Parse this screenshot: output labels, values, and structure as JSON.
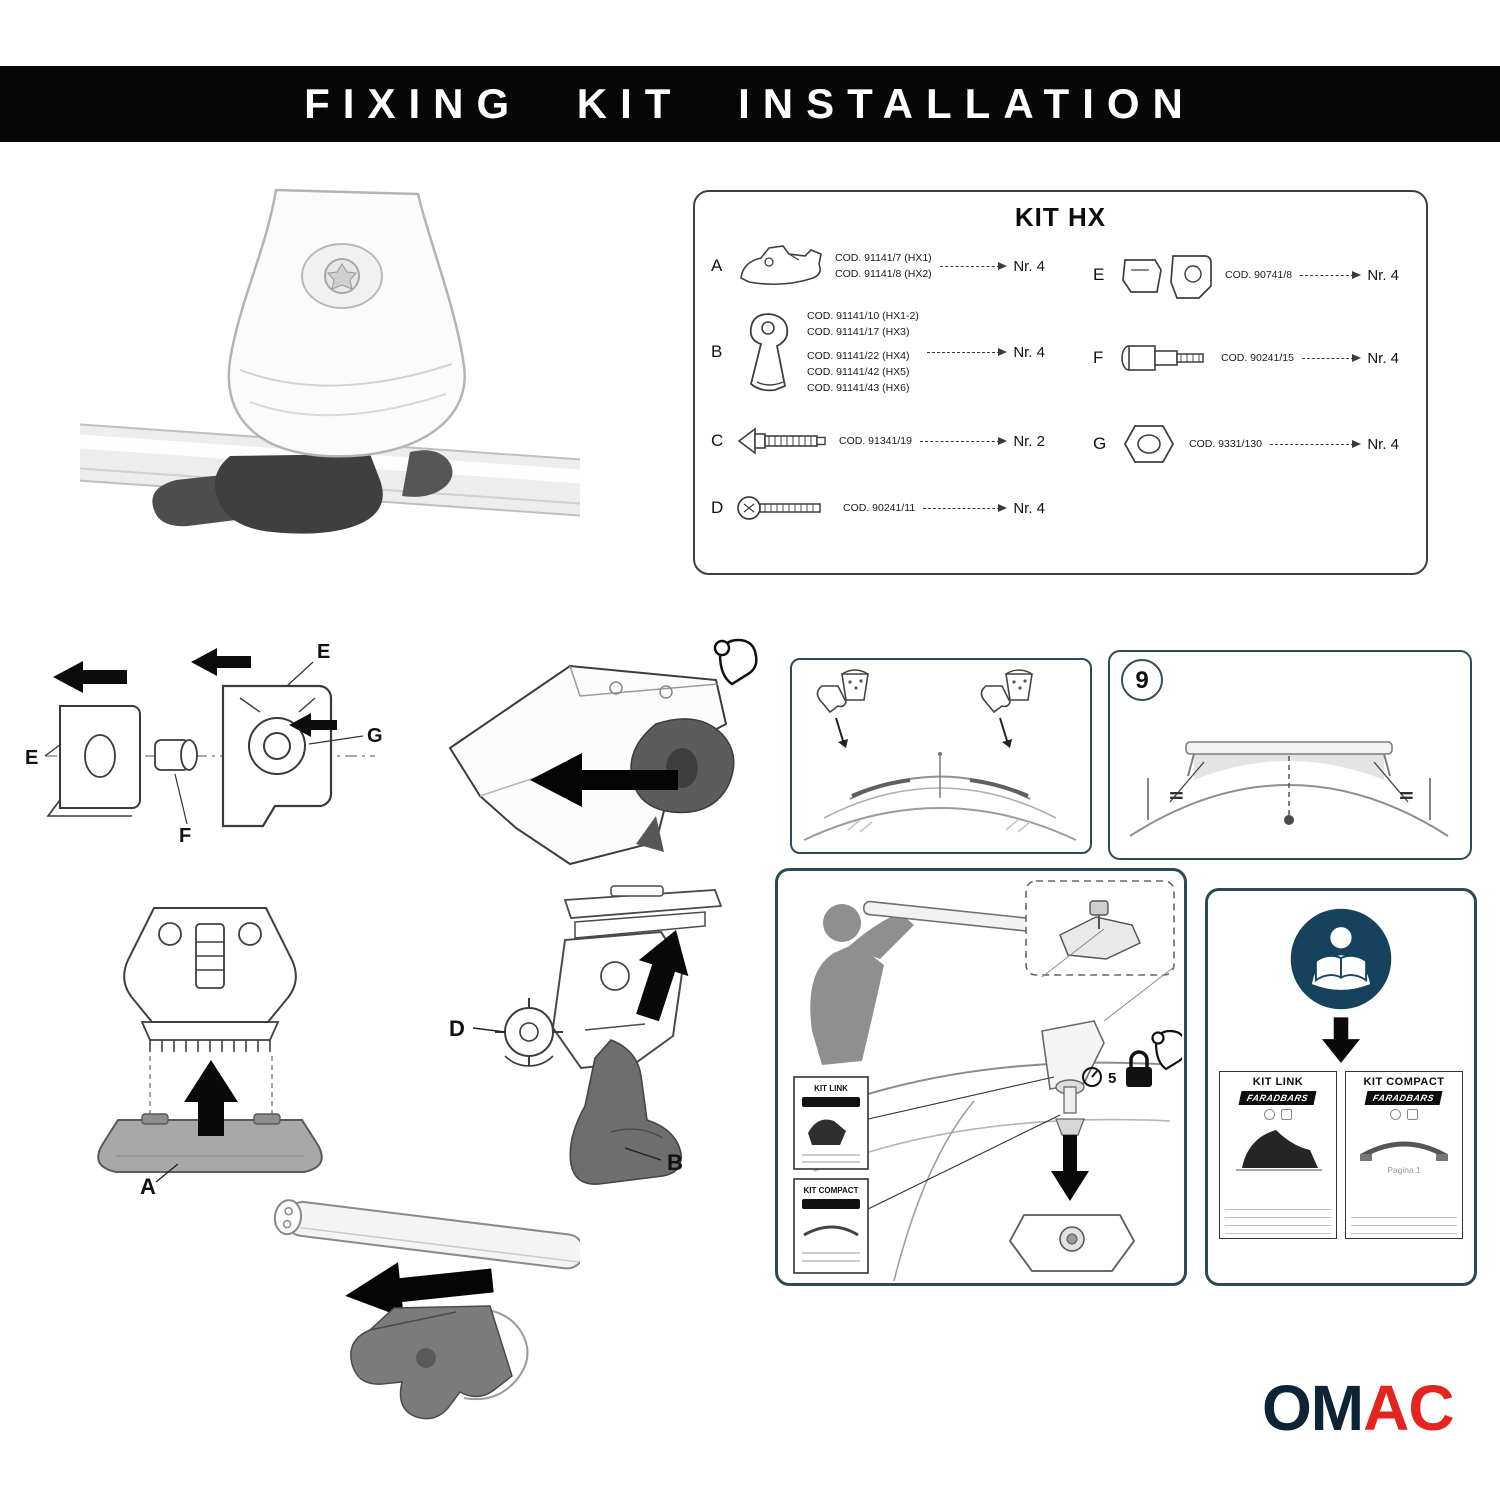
{
  "header": {
    "title": "FIXING KIT INSTALLATION"
  },
  "kit_box": {
    "title": "KIT HX",
    "rows_left": [
      {
        "letter": "A",
        "codes": [
          "COD. 91141/7 (HX1)",
          "COD. 91141/8 (HX2)"
        ],
        "qty": "Nr. 4"
      },
      {
        "letter": "B",
        "codes": [
          "COD. 91141/10 (HX1-2)",
          "COD. 91141/17 (HX3)",
          "COD. 91141/22 (HX4)",
          "COD. 91141/42 (HX5)",
          "COD. 91141/43 (HX6)"
        ],
        "qty": "Nr. 4"
      },
      {
        "letter": "C",
        "codes": [
          "COD. 91341/19"
        ],
        "qty": "Nr. 2"
      },
      {
        "letter": "D",
        "codes": [
          "COD. 90241/11"
        ],
        "qty": "Nr. 4"
      }
    ],
    "rows_right": [
      {
        "letter": "E",
        "codes": [
          "COD. 90741/8"
        ],
        "qty": "Nr. 4"
      },
      {
        "letter": "F",
        "codes": [
          "COD. 90241/15"
        ],
        "qty": "Nr. 4"
      },
      {
        "letter": "G",
        "codes": [
          "COD. 9331/130"
        ],
        "qty": "Nr. 4"
      }
    ]
  },
  "labels": {
    "exploded_e_top": "E",
    "exploded_g": "G",
    "exploded_f": "F",
    "exploded_e_left": "E",
    "pad_a": "A",
    "assembly_d": "D",
    "assembly_b": "B",
    "step_number": "9",
    "equals": "=",
    "torque_value": "5"
  },
  "install_box": {
    "kit_link_label": "KIT LINK",
    "kit_compact_label": "KIT COMPACT"
  },
  "manual_box": {
    "kit_link": {
      "title": "KIT LINK",
      "brand": "FARADBARS"
    },
    "kit_compact": {
      "title": "KIT COMPACT",
      "brand": "FARADBARS",
      "page": "Pagina 1"
    }
  },
  "logo": {
    "part1": "OM",
    "part2": "AC"
  },
  "colors": {
    "brand_red": "#e4251f",
    "brand_navy": "#0d2436",
    "panel_border": "#2c4a56",
    "band_black": "#070707"
  }
}
